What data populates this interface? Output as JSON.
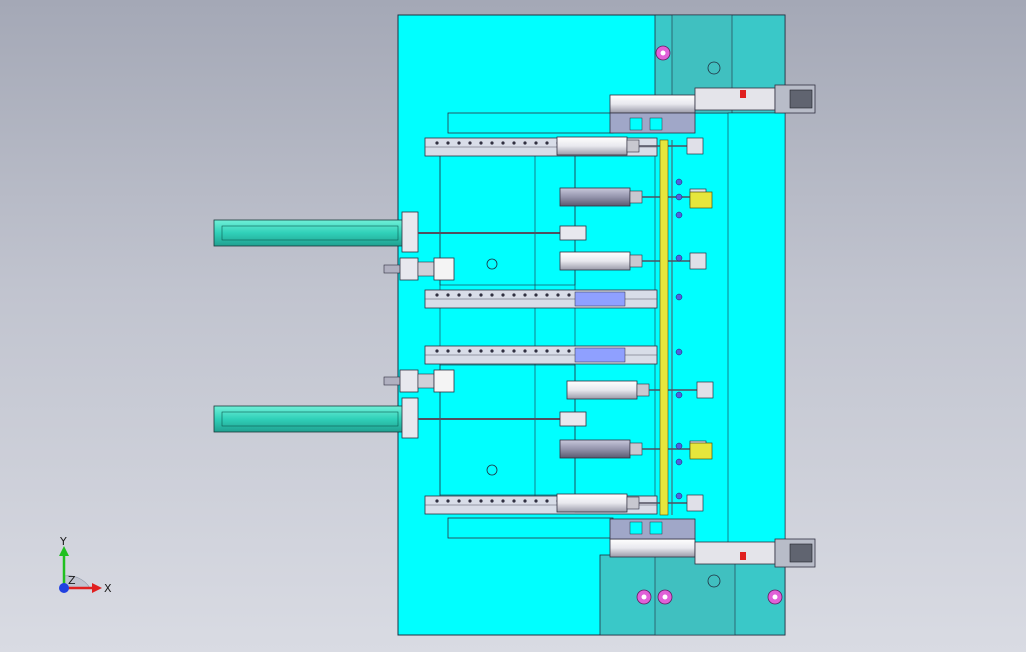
{
  "viewport": {
    "background_top": "#a4a8b6",
    "background_bottom": "#d9dbe3"
  },
  "colors": {
    "plate": "#00ffff",
    "plate_dark": "#3ac8c8",
    "cylinder": "#f0f0f0",
    "cylinder_dark": "#8c8fa8",
    "rail": "#d8dde8",
    "slot": "#8fa0ff",
    "bracket": "#a0a7c8",
    "yellow": "#e6e63c",
    "magenta": "#e060d8",
    "side_cylinder": "#2fd8c0"
  },
  "triad": {
    "x_label": "X",
    "y_label": "Y",
    "z_label": "Z",
    "x_color": "#e02020",
    "y_color": "#20c020",
    "z_color": "#2040e0"
  }
}
